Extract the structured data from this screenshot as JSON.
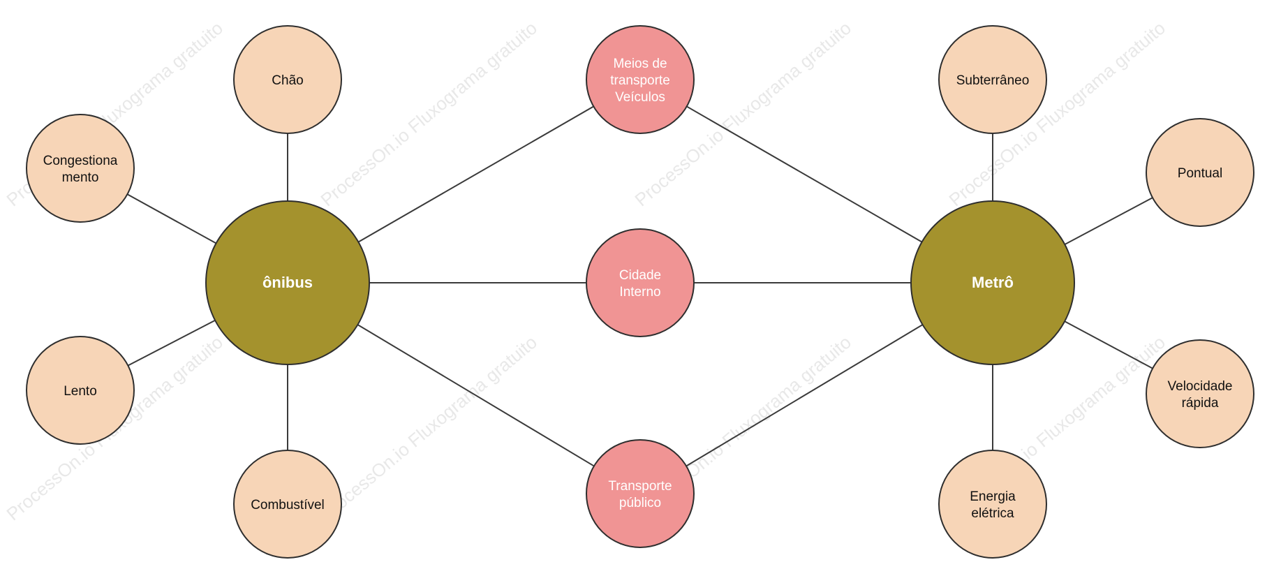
{
  "watermark": "ProcessOn.io Fluxograma gratuito",
  "colors": {
    "hub": "#a4922d",
    "shared": "#f09494",
    "leaf": "#f7d5b7",
    "edge": "#3a3a3a"
  },
  "hubs": [
    {
      "id": "onibus",
      "label": "ônibus"
    },
    {
      "id": "metro",
      "label": "Metrô"
    }
  ],
  "shared": [
    {
      "id": "meios",
      "lines": [
        "Meios de",
        "transporte",
        "Veículos"
      ]
    },
    {
      "id": "cidade",
      "lines": [
        "Cidade",
        "Interno"
      ]
    },
    {
      "id": "transporte",
      "lines": [
        "Transporte",
        "público"
      ]
    }
  ],
  "leaves": [
    {
      "id": "chao",
      "hub": "onibus",
      "lines": [
        "Chão"
      ]
    },
    {
      "id": "congestionamento",
      "hub": "onibus",
      "lines": [
        "Congestiona",
        "mento"
      ]
    },
    {
      "id": "lento",
      "hub": "onibus",
      "lines": [
        "Lento"
      ]
    },
    {
      "id": "combustivel",
      "hub": "onibus",
      "lines": [
        "Combustível"
      ]
    },
    {
      "id": "subterraneo",
      "hub": "metro",
      "lines": [
        "Subterrâneo"
      ]
    },
    {
      "id": "pontual",
      "hub": "metro",
      "lines": [
        "Pontual"
      ]
    },
    {
      "id": "velocidade",
      "hub": "metro",
      "lines": [
        "Velocidade",
        "rápida"
      ]
    },
    {
      "id": "energia",
      "hub": "metro",
      "lines": [
        "Energia",
        "elétrica"
      ]
    }
  ]
}
